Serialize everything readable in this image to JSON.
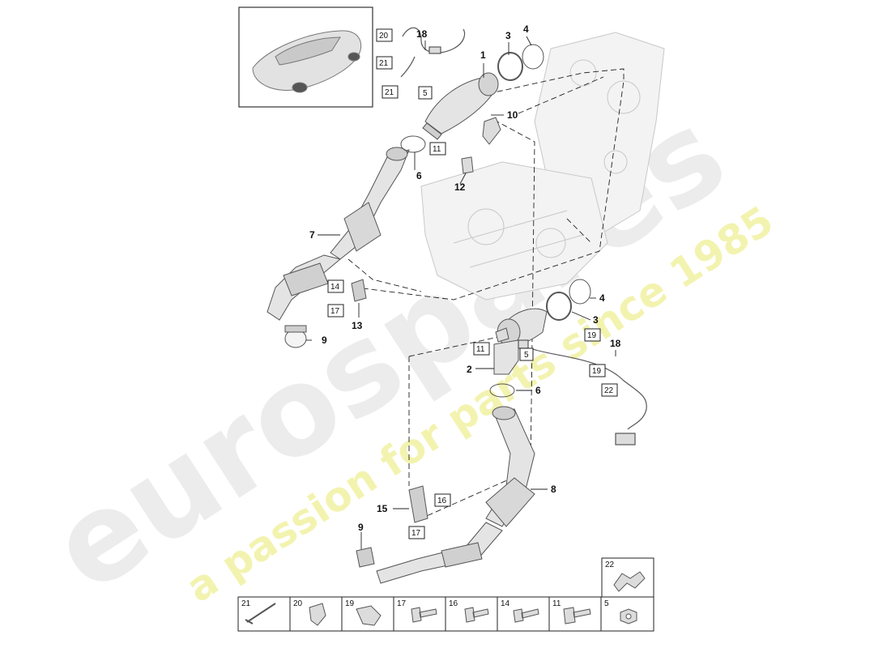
{
  "watermark": {
    "brand": "eurospares",
    "tagline": "a passion for parts since 1985",
    "brand_color": "#e6e6e6",
    "tagline_color": "#f1f19a"
  },
  "thumbnail": {
    "icon": "car-thumbnail-icon"
  },
  "callouts": {
    "c1": "1",
    "c2": "2",
    "c3a": "3",
    "c3b": "3",
    "c4a": "4",
    "c4b": "4",
    "c6a": "6",
    "c6b": "6",
    "c7": "7",
    "c8": "8",
    "c9a": "9",
    "c9b": "9",
    "c10": "10",
    "c12": "12",
    "c13": "13",
    "c15": "15",
    "c18a": "18",
    "c18b": "18"
  },
  "boxed_refs": {
    "b20": "20",
    "b21a": "21",
    "b21b": "21",
    "b5a": "5",
    "b5b": "5",
    "b11a": "11",
    "b11b": "11",
    "b14": "14",
    "b17a": "17",
    "b17b": "17",
    "b16": "16",
    "b19a": "19",
    "b19b": "19",
    "b22": "22"
  },
  "legend": {
    "top": {
      "num": "22",
      "icon": "bracket-clip-icon"
    },
    "cells": [
      {
        "num": "21",
        "icon": "cable-tie-icon"
      },
      {
        "num": "20",
        "icon": "holder-clip-icon"
      },
      {
        "num": "19",
        "icon": "cable-clip-icon"
      },
      {
        "num": "17",
        "icon": "flange-bolt-icon"
      },
      {
        "num": "16",
        "icon": "hex-bolt-icon"
      },
      {
        "num": "14",
        "icon": "torx-bolt-icon"
      },
      {
        "num": "11",
        "icon": "collar-bolt-icon"
      },
      {
        "num": "5",
        "icon": "hex-nut-icon"
      }
    ]
  }
}
